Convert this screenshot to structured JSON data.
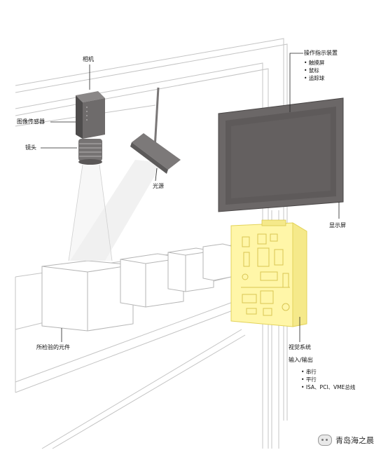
{
  "labels": {
    "camera": "相机",
    "image_sensor": "图像传感器",
    "lens": "镜头",
    "light_source": "光源",
    "inspected_part": "所检验的元件",
    "operator_interface": "操作指示装置",
    "display": "显示屏",
    "vision_system": "视觉系统",
    "io": "输入/输出"
  },
  "operator_items": [
    "触摸屏",
    "鼠标",
    "追踪球"
  ],
  "io_items": [
    "串行",
    "平行",
    "ISA、PCI、VME总线"
  ],
  "watermark": "青岛海之晨",
  "colors": {
    "monitor": "#6b6767",
    "screen": "#5e5a5a",
    "vision_box": "#fff6a8",
    "vision_edge": "#e3d35a",
    "line": "#bdbdbd"
  }
}
